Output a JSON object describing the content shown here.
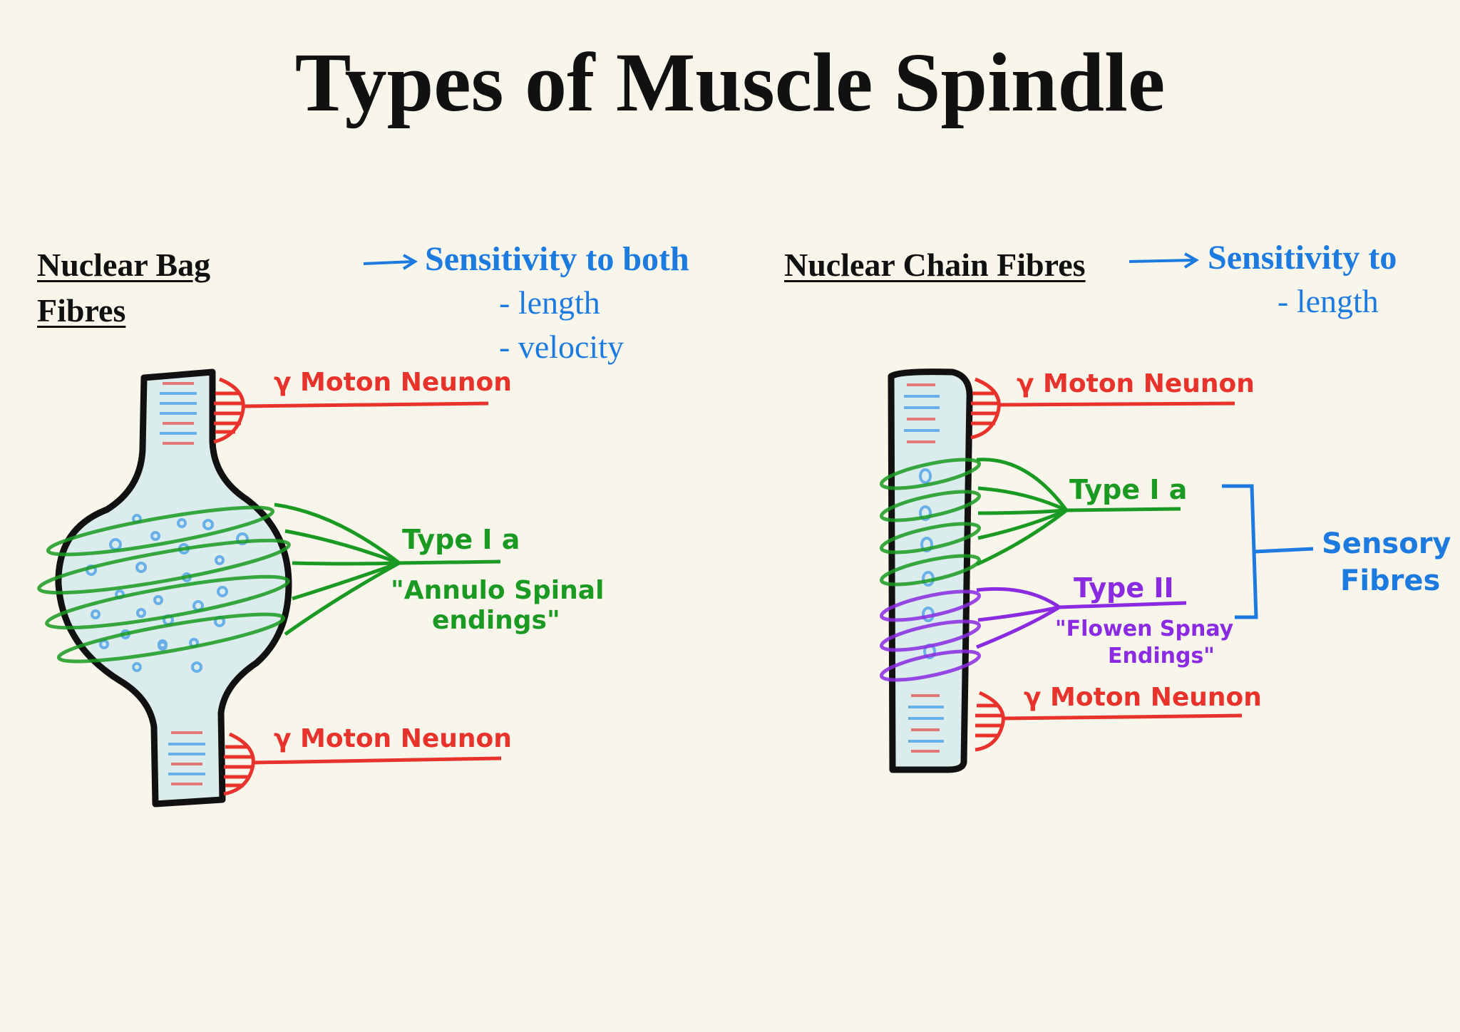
{
  "title": "Types of Muscle Spindle",
  "left": {
    "heading_line1": "Nuclear Bag",
    "heading_line2": "Fibres",
    "sensitivity_title": "Sensitivity to both",
    "sensitivity_items": [
      "- length",
      "- velocity"
    ],
    "top_neuron": "γ Moton Neunon",
    "bottom_neuron": "γ Moton Neunon",
    "type_label": "Type I a",
    "ending_line1": "\"Annulo Spinal",
    "ending_line2": "endings\""
  },
  "right": {
    "heading": "Nuclear Chain Fibres",
    "sensitivity_title": "Sensitivity to",
    "sensitivity_items": [
      "- length"
    ],
    "top_neuron": "γ Moton Neunon",
    "bottom_neuron": "γ Moton Neunon",
    "type1_label": "Type I a",
    "type2_label": "Type II",
    "ending2_line1": "\"Flowen Spnay",
    "ending2_line2": "Endings\"",
    "sensory_line1": "Sensory",
    "sensory_line2": "Fibres"
  },
  "colors": {
    "motor": "#e8322c",
    "type1a": "#1a9a22",
    "type2": "#8a2be2",
    "sensitivity": "#1d7be0",
    "fibre_fill": "#daeceb",
    "nucleus": "#6ab0e8"
  }
}
